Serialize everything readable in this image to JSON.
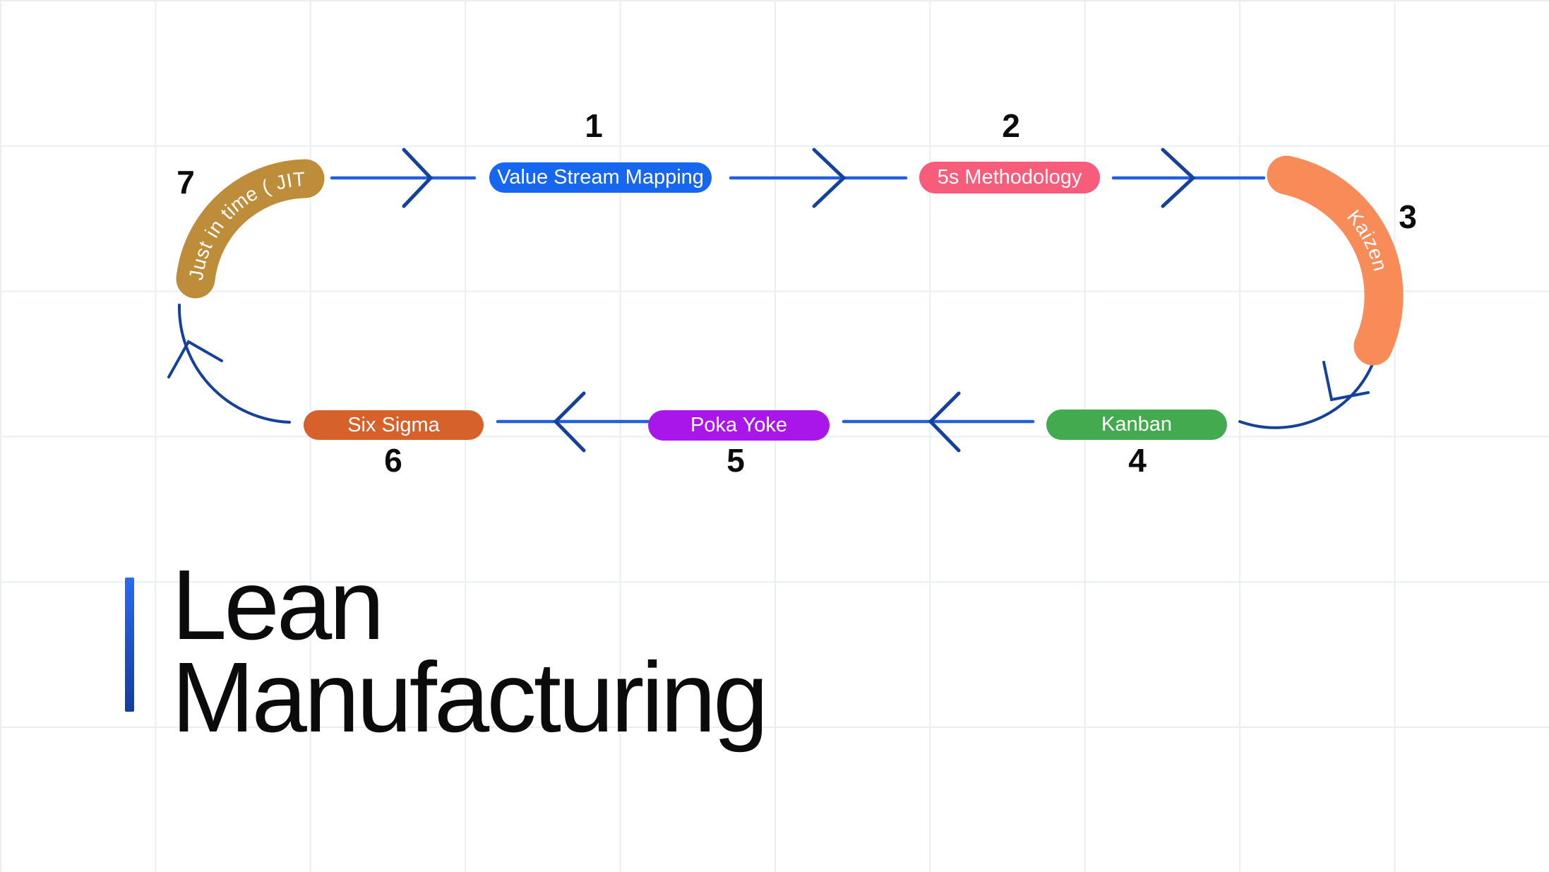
{
  "title": {
    "line1": "Lean",
    "line2": "Manufacturing",
    "text_color": "#0B0B0D",
    "bar_gradient_top": "#2B6AF1",
    "bar_gradient_bottom": "#133D99"
  },
  "canvas": {
    "background_color": "#FFFFFF",
    "grid_color": "#E9EEF3"
  },
  "connectors": {
    "line_color": "#2161DD",
    "arrowhead_color": "#16419B"
  },
  "steps": [
    {
      "number": "1",
      "label": "Value Stream Mapping",
      "color": "#1766EF",
      "text_color": "#FFFFFF",
      "shape": "pill"
    },
    {
      "number": "2",
      "label": "5s Methodology",
      "color": "#F85C7B",
      "text_color": "#FFFFFF",
      "shape": "pill"
    },
    {
      "number": "3",
      "label": "Kaizen",
      "color": "#F78C59",
      "text_color": "#FFFFFF",
      "shape": "arc"
    },
    {
      "number": "4",
      "label": "Kanban",
      "color": "#43AA50",
      "text_color": "#FFFFFF",
      "shape": "pill"
    },
    {
      "number": "5",
      "label": "Poka Yoke",
      "color": "#A816EA",
      "text_color": "#FFFFFF",
      "shape": "pill"
    },
    {
      "number": "6",
      "label": "Six Sigma",
      "color": "#D6612B",
      "text_color": "#FFFFFF",
      "shape": "pill"
    },
    {
      "number": "7",
      "label": "Just in time ( JIT",
      "color": "#BE8D3A",
      "text_color": "#FFFFFF",
      "shape": "arc"
    }
  ]
}
